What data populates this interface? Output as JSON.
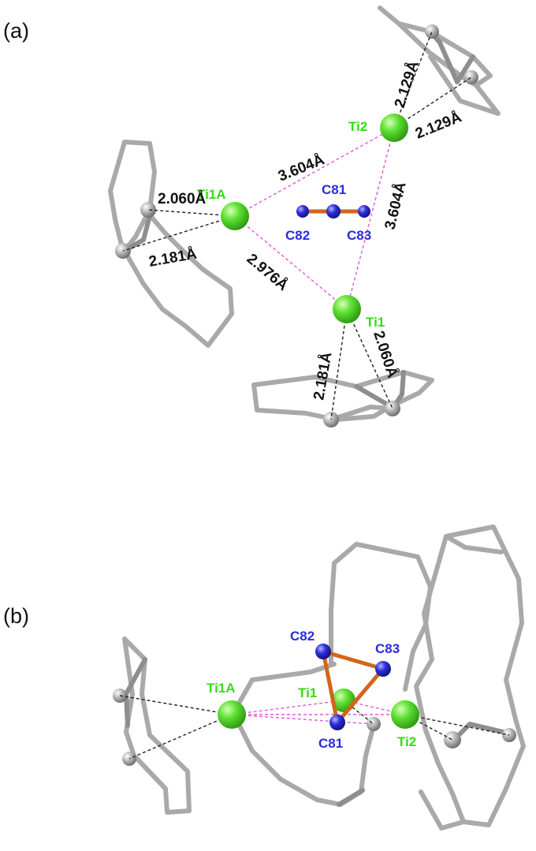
{
  "panels": [
    {
      "label": "(a)",
      "atoms": {
        "ti": [
          "Ti2",
          "Ti1A",
          "Ti1"
        ],
        "c": [
          "C81",
          "C82",
          "C83"
        ]
      },
      "distances": [
        "2.129Å",
        "2.129Å",
        "3.604Å",
        "3.604Å",
        "2.060Å",
        "2.181Å",
        "2.976Å",
        "2.181Å",
        "2.060Å"
      ]
    },
    {
      "label": "(b)",
      "atoms": {
        "ti": [
          "Ti1A",
          "Ti1",
          "Ti2"
        ],
        "c": [
          "C82",
          "C83",
          "C81"
        ]
      }
    }
  ],
  "colors": {
    "titanium": "#5de033",
    "carbon_c3": "#2e2ee0",
    "ring_carbon": "#b3b3b3",
    "c3_bond": "#d0661c",
    "ti_ti_contact": "#e05ad8",
    "ti_ring_contact": "#222222"
  }
}
